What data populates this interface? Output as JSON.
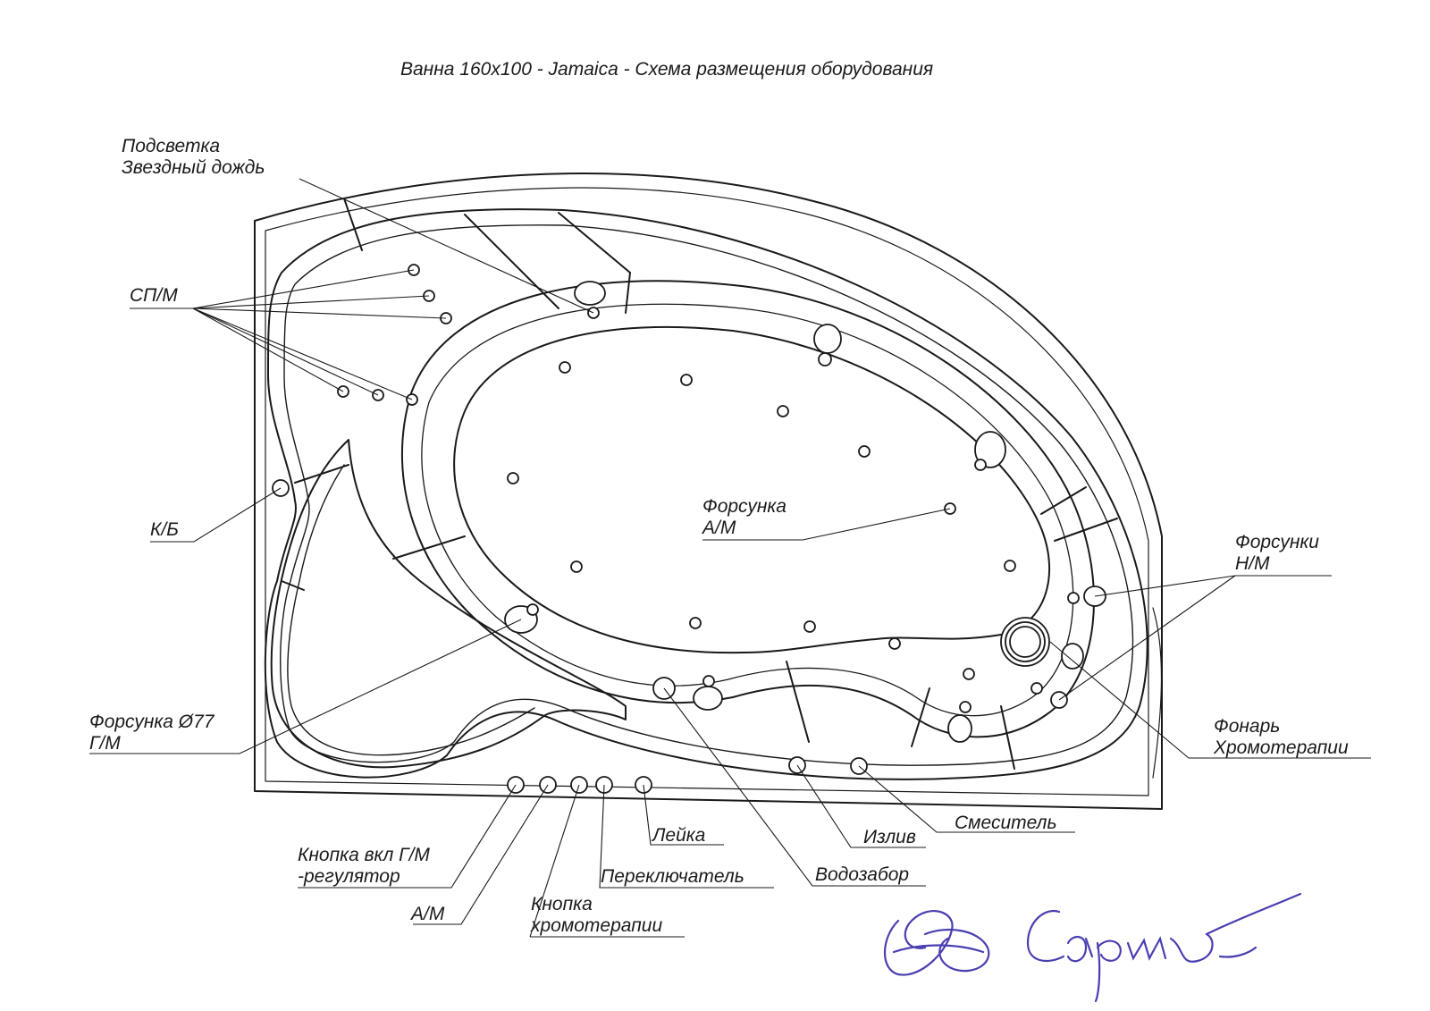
{
  "title": "Ванна 160х100 - Jamaica - Схема размещения оборудования",
  "labels": {
    "podsvetka": {
      "line1": "Подсветка",
      "line2": "Звездный дождь"
    },
    "sp_m": "СП/М",
    "k_b": "К/Б",
    "forsunka_am": {
      "line1": "Форсунка",
      "line2": "А/М"
    },
    "forsunki_nm": {
      "line1": "Форсунки",
      "line2": "Н/М"
    },
    "forsunka_77": {
      "line1": "Форсунка Ø77",
      "line2": "Г/М"
    },
    "fonar": {
      "line1": "Фонарь",
      "line2": "Хромотерапии"
    },
    "smesitel": "Смеситель",
    "izliv": "Излив",
    "vodozabor": "Водозабор",
    "leyka": "Лейка",
    "pereklyuchatel": "Переключатель",
    "knopka_vkl": {
      "line1": "Кнопка вкл Г/М",
      "line2": "-регулятор"
    },
    "a_m": "А/М",
    "knopka_hromo": {
      "line1": "Кнопка",
      "line2": "хромотерапии"
    }
  },
  "colors": {
    "ink": "#1a1a1a",
    "signature": "#4a3fb0"
  }
}
